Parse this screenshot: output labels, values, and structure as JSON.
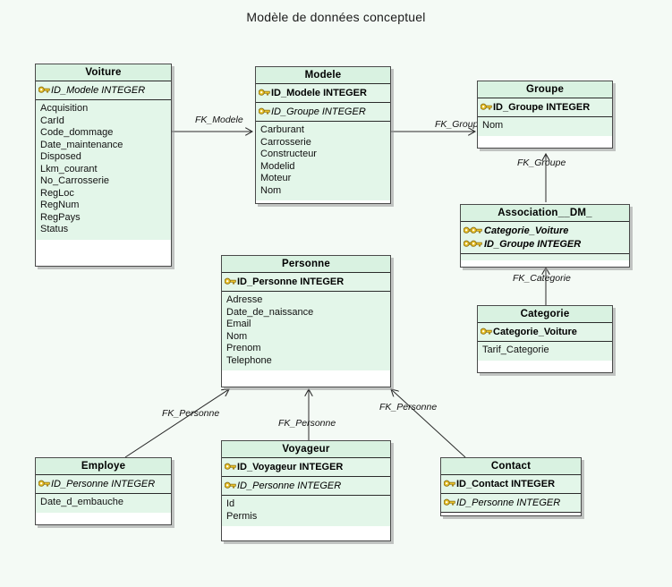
{
  "diagram": {
    "title": "Modèle de données conceptuel",
    "background_color": "#f4faf5",
    "entity_header_color": "#d9f2e1",
    "entity_body_color": "#e3f6e9",
    "key_icon_color": "#e8c22a",
    "border_color": "#4a4a4a"
  },
  "entities": {
    "voiture": {
      "title": "Voiture",
      "pk": [
        {
          "label": "ID_Modele INTEGER",
          "icon": "key-icon",
          "style": "fk"
        }
      ],
      "attributes": [
        "Acquisition",
        "CarId",
        "Code_dommage",
        "Date_maintenance",
        "Disposed",
        "Lkm_courant",
        "No_Carrosserie",
        "RegLoc",
        "RegNum",
        "RegPays",
        "Status"
      ]
    },
    "modele": {
      "title": "Modele",
      "pk": [
        {
          "label": "ID_Modele INTEGER",
          "icon": "key-icon",
          "style": "pk"
        }
      ],
      "fk": [
        {
          "label": "ID_Groupe INTEGER",
          "icon": "key-icon",
          "style": "fk"
        }
      ],
      "attributes": [
        "Carburant",
        "Carrosserie",
        "Constructeur",
        "Modelid",
        "Moteur",
        "Nom"
      ]
    },
    "groupe": {
      "title": "Groupe",
      "pk": [
        {
          "label": "ID_Groupe INTEGER",
          "icon": "key-icon",
          "style": "pk"
        }
      ],
      "attributes": [
        "Nom"
      ]
    },
    "association_dm": {
      "title": "Association__DM_",
      "pk": [
        {
          "label": "Categorie_Voiture",
          "icon": "double-key-icon",
          "style": "pkfk"
        },
        {
          "label": "ID_Groupe INTEGER",
          "icon": "double-key-icon",
          "style": "pkfk"
        }
      ],
      "attributes": []
    },
    "categorie": {
      "title": "Categorie",
      "pk": [
        {
          "label": "Categorie_Voiture",
          "icon": "key-icon",
          "style": "pk"
        }
      ],
      "attributes": [
        "Tarif_Categorie"
      ]
    },
    "personne": {
      "title": "Personne",
      "pk": [
        {
          "label": "ID_Personne INTEGER",
          "icon": "key-icon",
          "style": "pk"
        }
      ],
      "attributes": [
        "Adresse",
        "Date_de_naissance",
        "Email",
        "Nom",
        "Prenom",
        "Telephone"
      ]
    },
    "employe": {
      "title": "Employe",
      "pk": [
        {
          "label": "ID_Personne INTEGER",
          "icon": "key-icon",
          "style": "fk"
        }
      ],
      "attributes": [
        "Date_d_embauche"
      ]
    },
    "voyageur": {
      "title": "Voyageur",
      "pk": [
        {
          "label": "ID_Voyageur INTEGER",
          "icon": "key-icon",
          "style": "pk"
        }
      ],
      "fk": [
        {
          "label": "ID_Personne INTEGER",
          "icon": "key-icon",
          "style": "fk"
        }
      ],
      "attributes": [
        "Id",
        "Permis"
      ]
    },
    "contact": {
      "title": "Contact",
      "pk": [
        {
          "label": "ID_Contact INTEGER",
          "icon": "key-icon",
          "style": "pk"
        }
      ],
      "fk": [
        {
          "label": "ID_Personne INTEGER",
          "icon": "key-icon",
          "style": "fk"
        }
      ],
      "attributes": []
    }
  },
  "relationships": [
    {
      "name": "fk-modele",
      "label": "FK_Modele",
      "from": "voiture",
      "to": "modele"
    },
    {
      "name": "fk-groupe-modele",
      "label": "FK_Groupe",
      "from": "modele",
      "to": "groupe"
    },
    {
      "name": "fk-groupe-assoc",
      "label": "FK_Groupe",
      "from": "association_dm",
      "to": "groupe"
    },
    {
      "name": "fk-categorie",
      "label": "FK_Categorie",
      "from": "categorie",
      "to": "association_dm"
    },
    {
      "name": "fk-personne-employe",
      "label": "FK_Personne",
      "from": "employe",
      "to": "personne"
    },
    {
      "name": "fk-personne-voyageur",
      "label": "FK_Personne",
      "from": "voyageur",
      "to": "personne"
    },
    {
      "name": "fk-personne-contact",
      "label": "FK_Personne",
      "from": "contact",
      "to": "personne"
    }
  ]
}
